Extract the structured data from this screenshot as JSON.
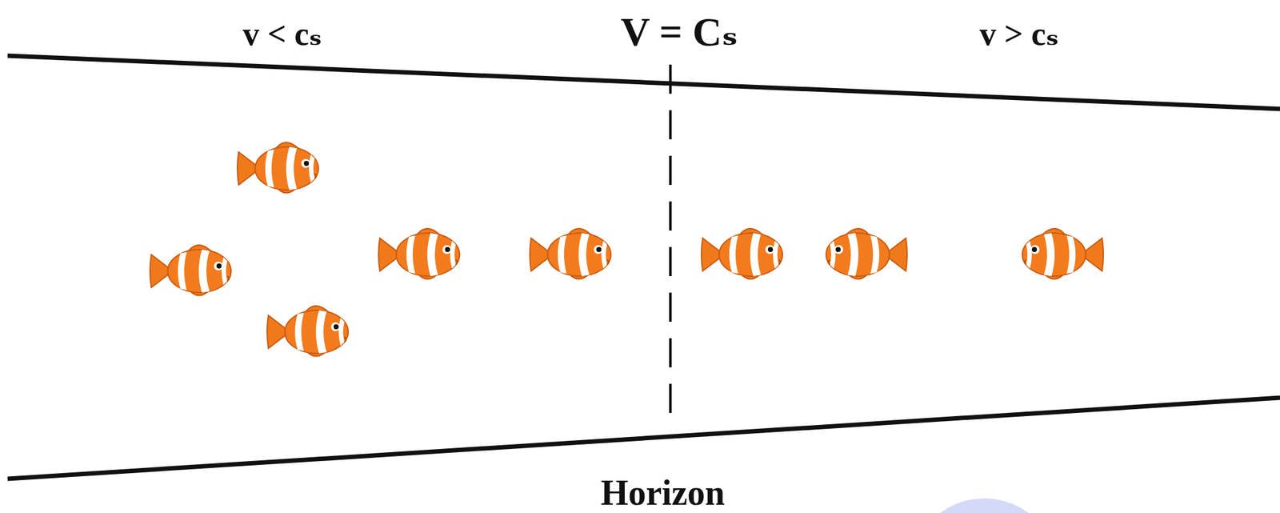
{
  "diagram": {
    "labels": [
      "v < cₛ",
      "V = Cₛ",
      "v > cₛ",
      "Horizon"
    ]
  }
}
